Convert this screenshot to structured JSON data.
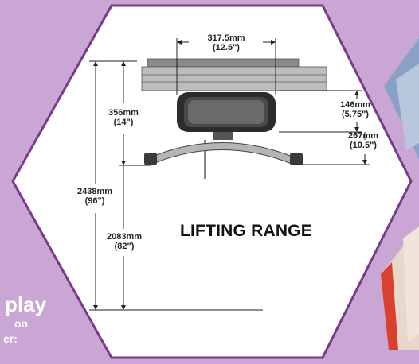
{
  "left_panel": {
    "line1": "play",
    "line2": "on",
    "line3": "er:"
  },
  "diagram": {
    "title": "LIFTING RANGE",
    "dimensions": {
      "track_width_mm": "317.5mm",
      "track_width_in": "(12.5\")",
      "upper_mm": "356mm",
      "upper_in": "(14\")",
      "motor_mm": "146mm",
      "motor_in": "(5.75\")",
      "bar_mm": "267mm",
      "bar_in": "(10.5\")",
      "total_mm": "2438mm",
      "total_in": "(96\")",
      "lift_mm": "2083mm",
      "lift_in": "(82\")"
    }
  },
  "colors": {
    "background": "#c9a6d3",
    "hexagon_border": "#7a3a8a",
    "hexagon_fill": "#ffffff",
    "right_panel_red": "#d9412f"
  }
}
